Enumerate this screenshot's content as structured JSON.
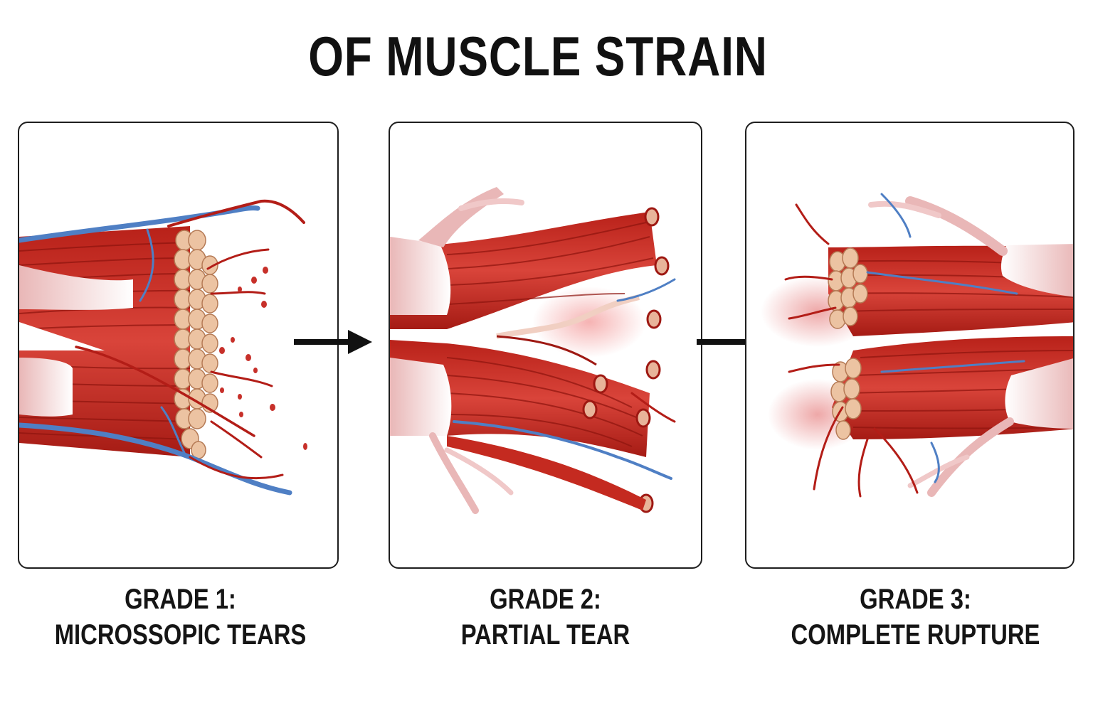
{
  "title": "OF MUSCLE STRAIN",
  "panels": [
    {
      "grade": "GRADE 1:",
      "description": "MICROSSOPIC TEARS"
    },
    {
      "grade": "GRADE 2:",
      "description": "PARTIAL TEAR"
    },
    {
      "grade": "GRADE 3:",
      "description": "COMPLETE RUPTURE"
    }
  ],
  "colors": {
    "muscle": "#c8281f",
    "muscle_dark": "#9e1812",
    "muscle_light": "#e0544a",
    "tendon": "#f2dede",
    "vessel_blue": "#4f7fc4",
    "vessel_red": "#b31d17",
    "fascicle": "#ecc3a2",
    "border": "#1e1e1e",
    "arrow": "#111111"
  },
  "icons": [
    "right-arrow-icon",
    "right-arrow-icon"
  ]
}
